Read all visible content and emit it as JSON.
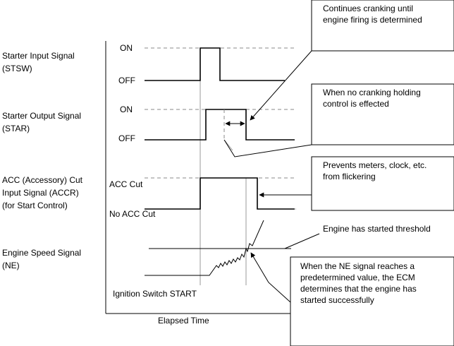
{
  "signals": {
    "starter_input": {
      "name_line1": "Starter Input Signal",
      "name_line2": "(STSW)",
      "high": "ON",
      "low": "OFF"
    },
    "starter_output": {
      "name_line1": "Starter Output Signal",
      "name_line2": "(STAR)",
      "high": "ON",
      "low": "OFF"
    },
    "accr": {
      "name_line1": "ACC (Accessory) Cut",
      "name_line2": "Input Signal (ACCR)",
      "name_line3": "(for Start Control)",
      "high": "ACC Cut",
      "low": "No ACC Cut"
    },
    "engine_speed": {
      "name_line1": "Engine Speed Signal",
      "name_line2": "(NE)"
    }
  },
  "callouts": {
    "cranking": {
      "line1": "Continues cranking until",
      "line2": "engine firing is determined"
    },
    "holding": {
      "line1": "When no cranking holding",
      "line2": "control is effected"
    },
    "flicker": {
      "line1": "Prevents meters, clock, etc.",
      "line2": "from flickering"
    },
    "threshold": {
      "line1": "Engine has started threshold"
    },
    "ne_reaches": {
      "line1": "When the NE signal reaches a",
      "line2": "predetermined value, the ECM",
      "line3": "determines that the engine has",
      "line4": "started successfully"
    }
  },
  "labels": {
    "ignition_start": "Ignition Switch START",
    "elapsed_time": "Elapsed Time"
  }
}
